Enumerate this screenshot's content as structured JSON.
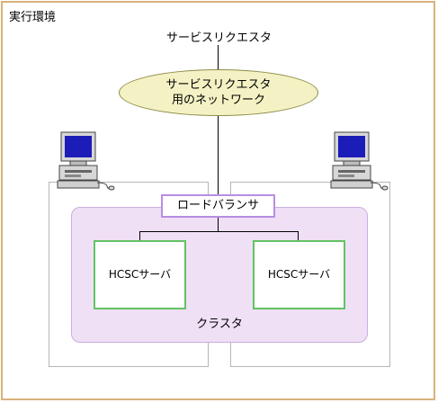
{
  "diagram": {
    "environment_label": "実行環境",
    "service_requester": "サービスリクエスタ",
    "network_line1": "サービスリクエスタ",
    "network_line2": "用のネットワーク",
    "load_balancer": "ロードバランサ",
    "hcsc_server_left": "HCSCサーバ",
    "hcsc_server_right": "HCSCサーバ",
    "cluster_label": "クラスタ",
    "pc_icons": [
      "computer-left",
      "computer-right"
    ]
  },
  "colors": {
    "frame": "#d8b27a",
    "network_fill": "#f4f2c4",
    "cluster_fill": "#efe0f6",
    "load_balancer_border": "#b88de3",
    "hcsc_border": "#62c262",
    "server_box_border": "#b6b6b6"
  }
}
